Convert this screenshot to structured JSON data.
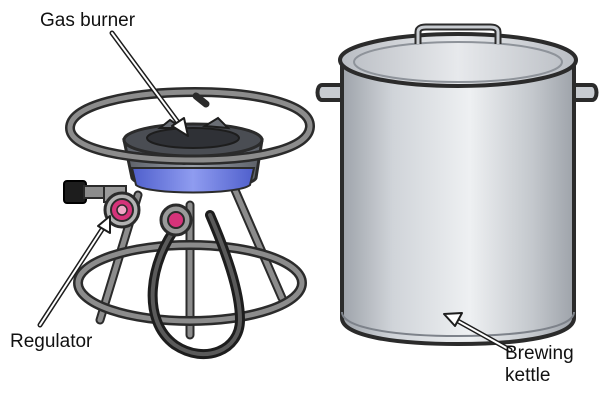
{
  "labels": {
    "gas_burner": "Gas burner",
    "regulator": "Regulator",
    "brewing_kettle_line1": "Brewing",
    "brewing_kettle_line2": "kettle"
  },
  "colors": {
    "outline": "#2b2b2b",
    "frame_gray": "#8c8c8c",
    "pot_light": "#dfe2e6",
    "pot_dark": "#a4a9b0",
    "flame_blue": "#6b7bdc",
    "regulator_pink": "#d6337a",
    "knob_black": "#1d1d1d"
  },
  "icons": [
    "gas-burner-stand-illustration",
    "brewing-kettle-illustration",
    "arrow-icon"
  ]
}
